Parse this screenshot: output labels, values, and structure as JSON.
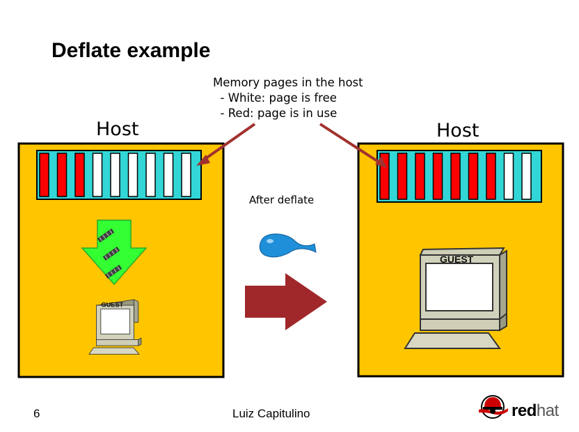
{
  "title": "Deflate example",
  "left_host": {
    "label": "Host",
    "pages": [
      "in_use",
      "in_use",
      "in_use",
      "free",
      "free",
      "free",
      "free",
      "free",
      "free"
    ]
  },
  "right_host": {
    "label": "Host",
    "pages": [
      "in_use",
      "in_use",
      "in_use",
      "in_use",
      "in_use",
      "in_use",
      "in_use",
      "free",
      "free"
    ]
  },
  "annotation": {
    "heading": "Memory pages in the host",
    "items": [
      "- White: page is free",
      "- Red: page is in use"
    ]
  },
  "transition_label": "After deflate",
  "guest_label": "GUEST",
  "footer": {
    "page_number": "6",
    "author": "Luiz Capitulino",
    "logo": {
      "red": "red",
      "hat": "hat"
    }
  },
  "colors": {
    "host_bg": "#ffc600",
    "memory_bar_bg": "#33d6d6",
    "page_in_use": "#ff0000",
    "page_free": "#ffffff",
    "pointer_arrow": "#a0322f",
    "transition_arrow": "#a0282a",
    "download_arrow": "#33ff33",
    "balloon": "#1e8fd8",
    "logo_red": "#cc0000"
  },
  "icons": [
    "memory-chip-icon",
    "balloon-icon",
    "computer-icon",
    "redhat-shadowman-icon"
  ]
}
